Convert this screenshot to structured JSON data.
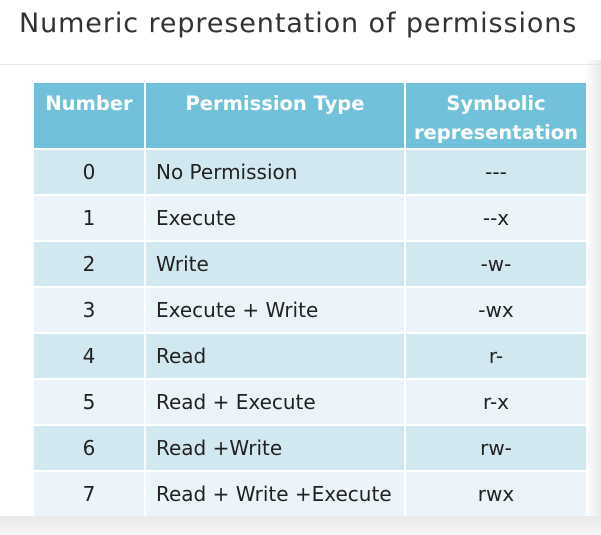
{
  "slide": {
    "title": "Numeric representation of permissions"
  },
  "table": {
    "headers": {
      "number": "Number",
      "permission_type": "Permission Type",
      "symbolic_line1": "Symbolic",
      "symbolic_line2": "representation"
    },
    "rows": [
      {
        "number": "0",
        "type": "No Permission",
        "symbolic": "---"
      },
      {
        "number": "1",
        "type": "Execute",
        "symbolic": "--x"
      },
      {
        "number": "2",
        "type": "Write",
        "symbolic": "-w-"
      },
      {
        "number": "3",
        "type": "Execute + Write",
        "symbolic": "-wx"
      },
      {
        "number": "4",
        "type": "Read",
        "symbolic": "r-"
      },
      {
        "number": "5",
        "type": "Read + Execute",
        "symbolic": "r-x"
      },
      {
        "number": "6",
        "type": "Read +Write",
        "symbolic": "rw-"
      },
      {
        "number": "7",
        "type": "Read + Write +Execute",
        "symbolic": "rwx"
      }
    ]
  },
  "colors": {
    "header_bg": "#71c1da",
    "row_odd_bg": "#d2e8f1",
    "row_even_bg": "#ebf4f8"
  }
}
